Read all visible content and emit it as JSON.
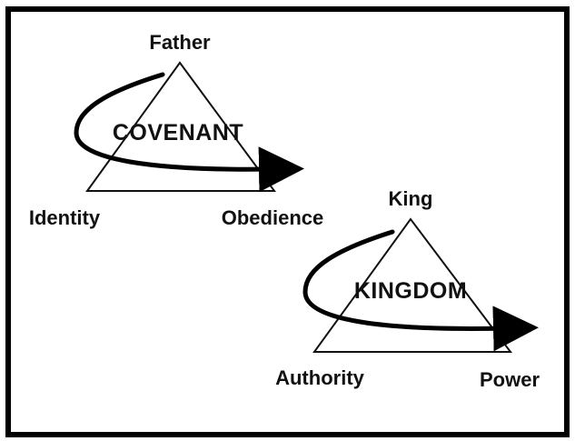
{
  "diagram": {
    "covenant": {
      "center_label": "COVENANT",
      "top_label": "Father",
      "left_label": "Identity",
      "right_label": "Obedience"
    },
    "kingdom": {
      "center_label": "KINGDOM",
      "top_label": "King",
      "left_label": "Authority",
      "right_label": "Power"
    }
  }
}
